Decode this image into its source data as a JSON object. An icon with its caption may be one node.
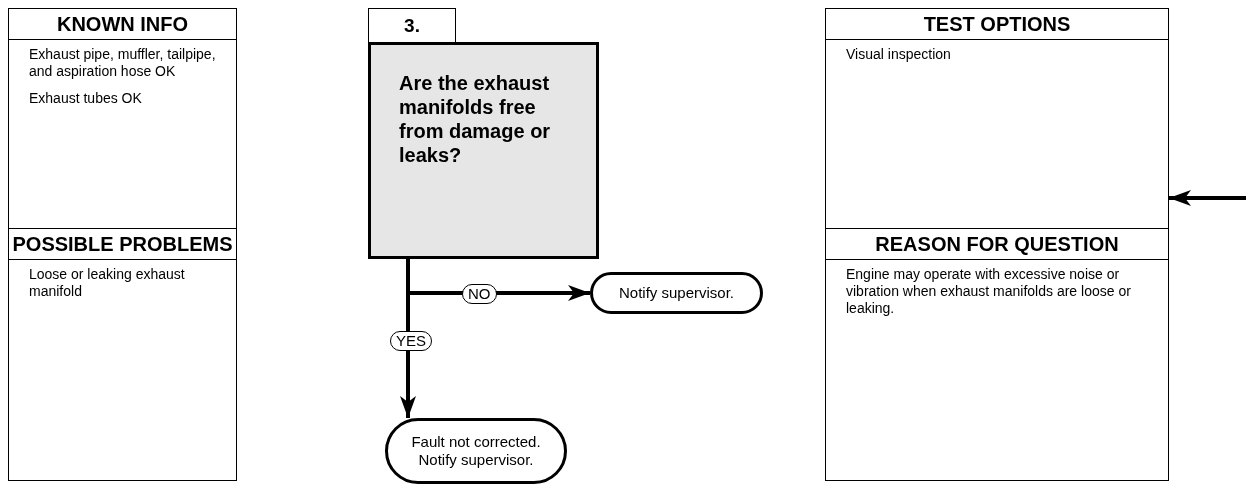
{
  "diagram": {
    "nodes": [
      {
        "text": [
          "KNOWN INFO",
          "Exhaust pipe, muffler, tailpipe, and aspiration hose OK",
          "Exhaust tubes OK"
        ]
      },
      {
        "text": [
          "POSSIBLE PROBLEMS",
          "Loose or leaking exhaust manifold"
        ]
      },
      {
        "text": [
          "3.",
          "Are the exhaust manifolds free from damage or leaks?"
        ]
      },
      {
        "text": [
          "Notify supervisor."
        ]
      },
      {
        "text": [
          "Fault not corrected. Notify supervisor."
        ]
      },
      {
        "text": [
          "TEST OPTIONS",
          "Visual inspection"
        ]
      },
      {
        "text": [
          "REASON FOR QUESTION",
          "Engine may operate with excessive noise or vibration when exhaust manifolds are loose or leaking."
        ]
      }
    ],
    "edges": [
      {
        "from": 2,
        "to": 3,
        "arrow": "to",
        "label": "NO"
      },
      {
        "from": 2,
        "to": 4,
        "arrow": "to",
        "label": "YES"
      },
      {
        "from": null,
        "to": 5,
        "arrow": "to"
      }
    ]
  }
}
